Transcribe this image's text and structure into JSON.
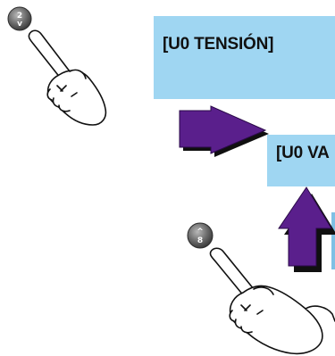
{
  "screens": {
    "first_title": "[U0 TENSIÓN]",
    "second_title": "[U0 VA"
  },
  "keys": {
    "down_key": {
      "number": "2",
      "arrow": "v"
    },
    "up_key": {
      "number": "8",
      "arrow": "^"
    }
  },
  "icons": {
    "hand": "pointing-hand-icon",
    "right_arrow": "arrow-right-icon",
    "up_arrow": "arrow-up-icon"
  },
  "colors": {
    "screen": "#9fd6f2",
    "arrow": "#5a1f8c",
    "arrow_shadow": "#101010",
    "key": "#6b6b6b"
  }
}
